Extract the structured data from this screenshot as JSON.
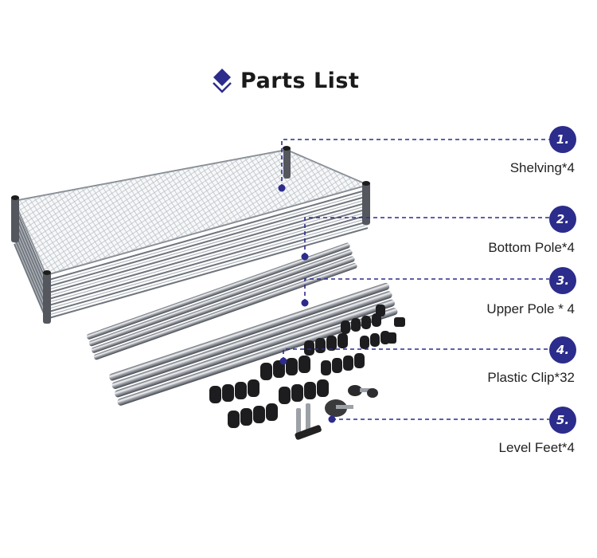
{
  "title": "Parts List",
  "accent_color": "#2c2c8c",
  "icons": {
    "title_icon": "stacked-diamond-icon",
    "shelving": "wire-shelf-image",
    "poles": "chrome-pole-image",
    "clips": "plastic-clip-image",
    "feet": "leveling-foot-image"
  },
  "parts": [
    {
      "number": "1.",
      "label": "Shelving*4"
    },
    {
      "number": "2.",
      "label": "Bottom Pole*4"
    },
    {
      "number": "3.",
      "label": "Upper Pole * 4"
    },
    {
      "number": "4.",
      "label": "Plastic Clip*32"
    },
    {
      "number": "5.",
      "label": "Level Feet*4"
    }
  ]
}
